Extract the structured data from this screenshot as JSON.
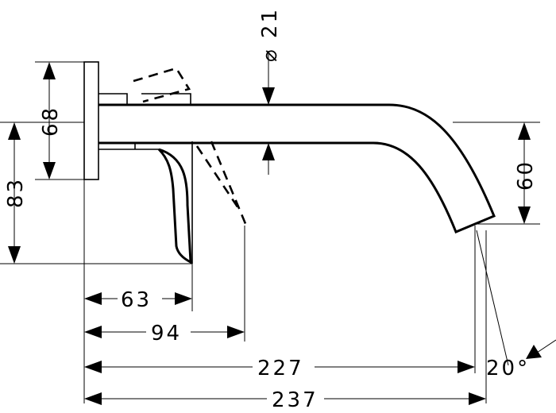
{
  "dimensions": {
    "diameter": "⌀ 21",
    "height_68": "68",
    "height_83": "83",
    "height_60": "60",
    "length_63": "63",
    "length_94": "94",
    "length_227": "227",
    "length_237": "237",
    "angle_20": "20°"
  }
}
